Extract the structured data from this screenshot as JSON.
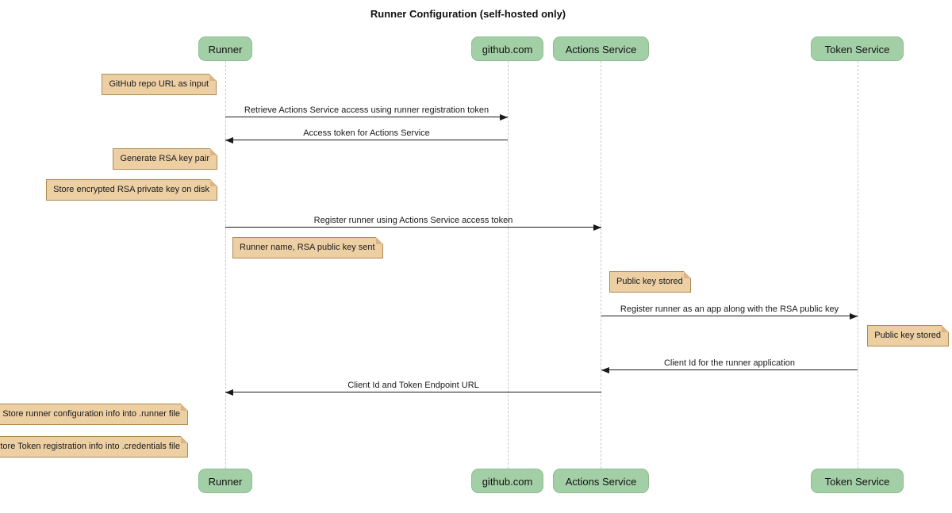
{
  "title": "Runner Configuration (self-hosted only)",
  "diagram_type": "sequence",
  "actors": [
    {
      "id": "runner",
      "label": "Runner"
    },
    {
      "id": "github",
      "label": "github.com"
    },
    {
      "id": "actions-service",
      "label": "Actions Service"
    },
    {
      "id": "token-service",
      "label": "Token Service"
    }
  ],
  "messages": [
    {
      "from": "Runner",
      "to": "github.com",
      "direction": "right",
      "label": "Retrieve Actions Service access using runner registration token"
    },
    {
      "from": "github.com",
      "to": "Runner",
      "direction": "left",
      "label": "Access token for Actions Service"
    },
    {
      "from": "Runner",
      "to": "Actions Service",
      "direction": "right",
      "label": "Register runner using Actions Service access token"
    },
    {
      "from": "Actions Service",
      "to": "Token Service",
      "direction": "right",
      "label": "Register runner as an app along with the RSA public key"
    },
    {
      "from": "Token Service",
      "to": "Actions Service",
      "direction": "left",
      "label": "Client Id for the runner application"
    },
    {
      "from": "Actions Service",
      "to": "Runner",
      "direction": "left",
      "label": "Client Id and Token Endpoint URL"
    }
  ],
  "notes": [
    {
      "anchor": "Runner",
      "side": "left",
      "label": "GitHub repo URL as input"
    },
    {
      "anchor": "Runner",
      "side": "left",
      "label": "Generate RSA key pair"
    },
    {
      "anchor": "Runner",
      "side": "left",
      "label": "Store encrypted RSA private key on disk"
    },
    {
      "anchor": "Runner",
      "side": "right",
      "label": "Runner name, RSA public key sent"
    },
    {
      "anchor": "Actions Service",
      "side": "right",
      "label": "Public key stored"
    },
    {
      "anchor": "Token Service",
      "side": "right",
      "label": "Public key stored"
    },
    {
      "anchor": "Runner",
      "side": "left",
      "label": "Store runner configuration info into .runner file"
    },
    {
      "anchor": "Runner",
      "side": "left",
      "label": "Store Token registration info into .credentials file"
    }
  ],
  "colors": {
    "actor_fill": "#a3cfa6",
    "actor_border": "#8cbd90",
    "note_fill": "#edcfa4",
    "note_border": "#b08a55",
    "lifeline": "#c8c8c8",
    "arrow": "#1a1a1a",
    "background": "#ffffff"
  }
}
